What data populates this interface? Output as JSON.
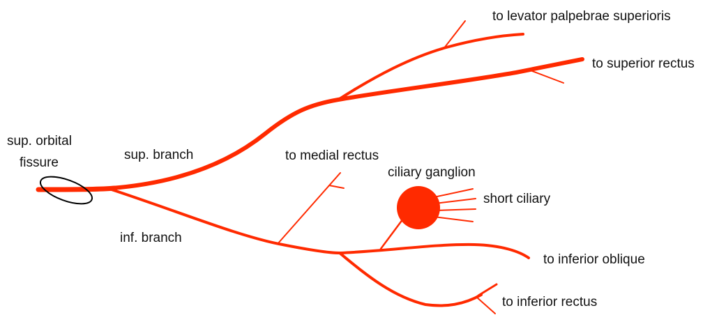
{
  "colors": {
    "nerve": "#ff2a00",
    "ganglion": "#ff2a00",
    "fissure_outline": "#000000",
    "label_text": "#111111",
    "background": "#ffffff"
  },
  "labels": {
    "fissure_line1": "sup. orbital",
    "fissure_line2": "fissure",
    "sup_branch": "sup. branch",
    "inf_branch": "inf. branch",
    "levator": "to levator palpebrae superioris",
    "superior_rectus": "to superior rectus",
    "medial_rectus": "to medial rectus",
    "ciliary_ganglion": "ciliary ganglion",
    "short_ciliary": "short ciliary",
    "inferior_oblique": "to inferior oblique",
    "inferior_rectus": "to inferior rectus"
  }
}
